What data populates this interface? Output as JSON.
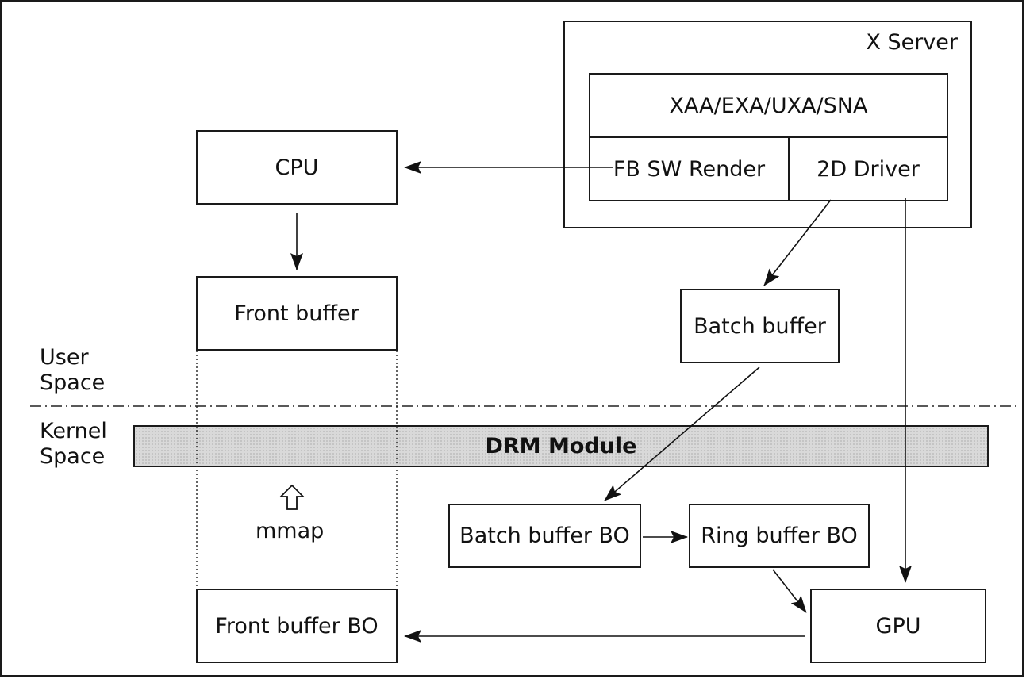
{
  "diagram": {
    "x_server": "X Server",
    "accel": "XAA/EXA/UXA/SNA",
    "fb_sw_render": "FB SW Render",
    "driver_2d": "2D Driver",
    "cpu": "CPU",
    "front_buffer": "Front buffer",
    "batch_buffer": "Batch buffer",
    "user_space": [
      "User",
      "Space"
    ],
    "kernel_space": [
      "Kernel",
      "Space"
    ],
    "drm_module": "DRM Module",
    "mmap": "mmap",
    "batch_buffer_bo": "Batch buffer BO",
    "ring_buffer_bo": "Ring buffer BO",
    "front_buffer_bo": "Front buffer BO",
    "gpu": "GPU"
  }
}
